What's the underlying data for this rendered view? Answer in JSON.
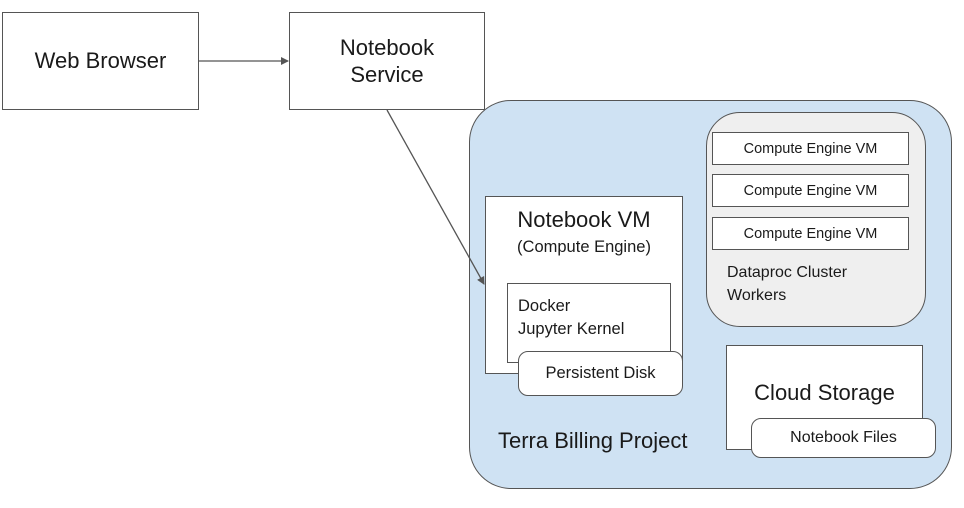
{
  "nodes": {
    "web_browser": "Web Browser",
    "notebook_service_line1": "Notebook",
    "notebook_service_line2": "Service",
    "notebook_vm_title": "Notebook VM",
    "notebook_vm_subtitle": "(Compute Engine)",
    "docker_line1": "Docker",
    "docker_line2": "Jupyter Kernel",
    "persistent_disk": "Persistent Disk",
    "compute_engine_vms": [
      "Compute Engine VM",
      "Compute Engine VM",
      "Compute Engine VM"
    ],
    "dataproc_line1": "Dataproc Cluster",
    "dataproc_line2": "Workers",
    "cloud_storage": "Cloud Storage",
    "notebook_files": "Notebook Files",
    "terra_billing_project": "Terra Billing Project"
  },
  "edges": [
    {
      "from": "Web Browser",
      "to": "Notebook Service"
    },
    {
      "from": "Notebook Service",
      "to": "Notebook VM"
    }
  ],
  "colors": {
    "project_fill": "#cfe2f3",
    "dataproc_fill": "#efefef",
    "stroke": "#555555"
  }
}
